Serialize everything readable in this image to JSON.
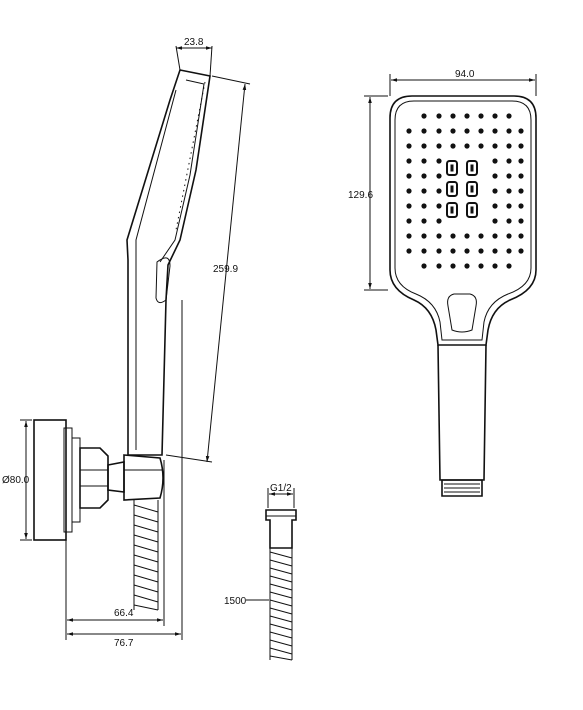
{
  "dimensions": {
    "handle_thickness": "23.8",
    "handle_length": "259.9",
    "mount_diameter": "Ø80.0",
    "mount_depth_inner": "66.4",
    "mount_depth_outer": "76.7",
    "head_width": "94.0",
    "head_height": "129.6",
    "hose_thread": "G1/2",
    "hose_length": "1500"
  },
  "colors": {
    "line": "#111111",
    "background": "#ffffff"
  }
}
